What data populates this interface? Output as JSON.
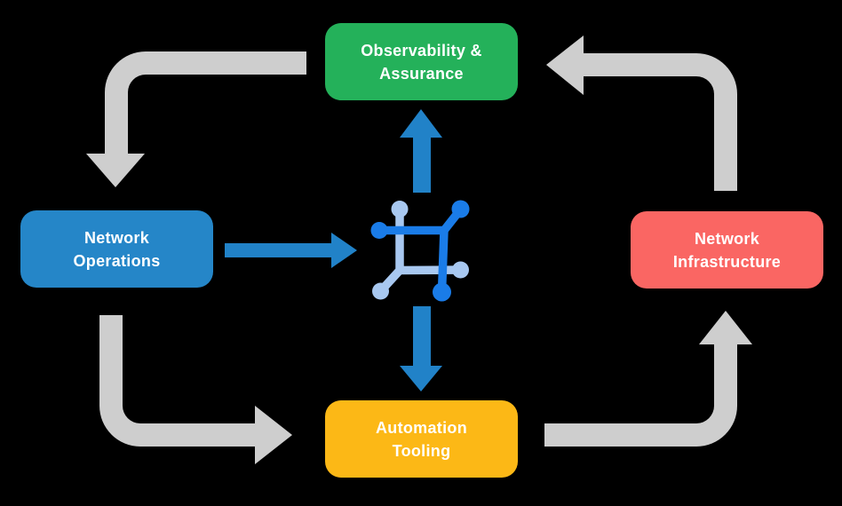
{
  "canvas": {
    "background": "#000000"
  },
  "nodes": [
    {
      "id": "observability-assurance",
      "line1": "Observability &",
      "line2": "Assurance",
      "color": "#24B15A",
      "text_color": "#FFFFFF"
    },
    {
      "id": "network-operations",
      "line1": "Network",
      "line2": "Operations",
      "color": "#2586C8",
      "text_color": "#FFFFFF"
    },
    {
      "id": "network-infrastructure",
      "line1": "Network",
      "line2": "Infrastructure",
      "color": "#FA6663",
      "text_color": "#FFFFFF"
    },
    {
      "id": "automation-tooling",
      "line1": "Automation",
      "line2": "Tooling",
      "color": "#FCB816",
      "text_color": "#FFFFFF"
    }
  ],
  "center_icon": {
    "name": "network-fabric-icon",
    "dark_color": "#1A7CE8",
    "light_color": "#A8C8F0"
  },
  "arrows": {
    "gray_color": "#CECECE",
    "blue_color": "#2182C8",
    "flows": [
      {
        "from": "observability-assurance",
        "to": "network-operations",
        "style": "gray-elbow"
      },
      {
        "from": "network-operations",
        "to": "automation-tooling",
        "style": "gray-elbow"
      },
      {
        "from": "automation-tooling",
        "to": "network-infrastructure",
        "style": "gray-elbow"
      },
      {
        "from": "network-infrastructure",
        "to": "observability-assurance",
        "style": "gray-elbow"
      },
      {
        "from": "network-operations",
        "to": "network-fabric-icon",
        "style": "blue-straight"
      },
      {
        "from": "network-fabric-icon",
        "to": "observability-assurance",
        "style": "blue-straight"
      },
      {
        "from": "network-fabric-icon",
        "to": "automation-tooling",
        "style": "blue-straight"
      }
    ]
  }
}
